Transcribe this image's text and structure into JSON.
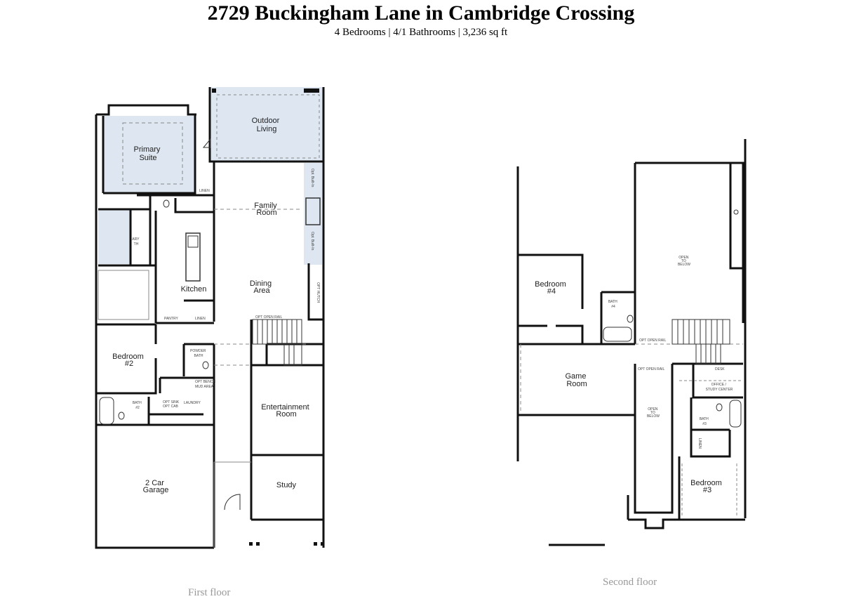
{
  "header": {
    "title": "2729 Buckingham Lane in Cambridge Crossing",
    "subtitle": "4 Bedrooms | 4/1 Bathrooms | 3,236 sq ft"
  },
  "first_floor": {
    "caption": "First floor",
    "rooms": {
      "primary_suite": [
        "Primary",
        "Suite"
      ],
      "outdoor_living": [
        "Outdoor",
        "Living"
      ],
      "family_room": [
        "Family",
        "Room"
      ],
      "kitchen": "Kitchen",
      "dining_area": [
        "Dining",
        "Area"
      ],
      "bedroom_2": [
        "Bedroom",
        "#2"
      ],
      "powder_bath": [
        "POWDER",
        "BATH"
      ],
      "bath_2": [
        "BATH",
        "#2"
      ],
      "entertainment_room": [
        "Entertainment",
        "Room"
      ],
      "garage": [
        "2 Car",
        "Garage"
      ],
      "study": "Study",
      "primary_bath": [
        "ARY",
        "TH"
      ]
    },
    "small_labels": {
      "opt_built_in_1": "Opt. Built-In",
      "opt_built_in_2": "Opt. Built-In",
      "opt_open_rail": "OPT OPEN RAIL",
      "pantry": "PANTRY",
      "linen": "LINEN",
      "linen_2": "LINEN",
      "laundry": "LAUNDRY",
      "opt_sink": [
        "OPT SINK",
        "OPT CAB"
      ],
      "opt_bench": [
        "OPT BENCH",
        "MUD AREA"
      ],
      "opt_hutch": "OPT HUTCH"
    }
  },
  "second_floor": {
    "caption": "Second floor",
    "rooms": {
      "bedroom_4": [
        "Bedroom",
        "#4"
      ],
      "bath_4": [
        "BATH",
        "#4"
      ],
      "game_room": [
        "Game",
        "Room"
      ],
      "office": [
        "OFFICE /",
        "STUDY CENTER"
      ],
      "bath_3": [
        "BATH",
        "#3"
      ],
      "bedroom_3": [
        "Bedroom",
        "#3"
      ],
      "open_to_below_1": [
        "OPEN",
        "TO",
        "BELOW"
      ],
      "open_to_below_2": [
        "OPEN",
        "TO",
        "BELOW"
      ]
    },
    "small_labels": {
      "opt_open_rail_1": "OPT OPEN RAIL",
      "opt_open_rail_2": "OPT OPEN RAIL",
      "desk": "DESK",
      "linen": "LINEN"
    }
  },
  "colors": {
    "wall": "#111111",
    "highlight": "#dde6f1",
    "caption": "#999999"
  }
}
